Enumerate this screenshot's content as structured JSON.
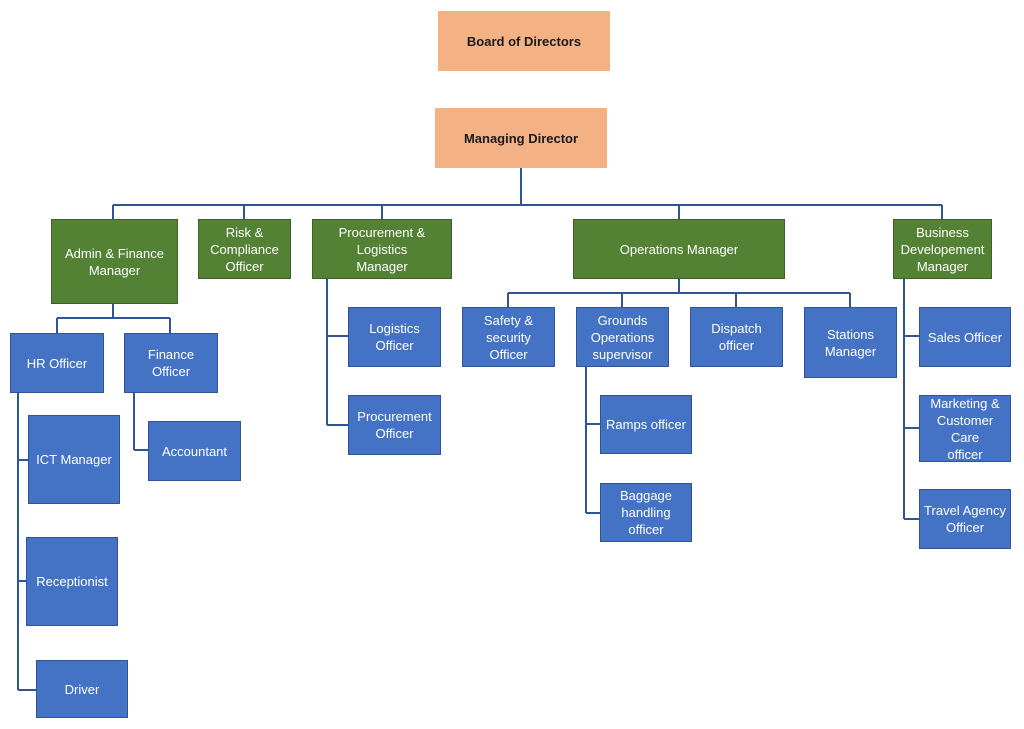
{
  "org_chart": {
    "board": "Board of Directors",
    "md": "Managing Director",
    "admin_finance": "Admin & Finance\nManager",
    "risk": "Risk &\nCompliance\nOfficer",
    "procurement_mgr": "Procurement & Logistics\nManager",
    "operations": "Operations Manager",
    "business_dev": "Business\nDevelopement\nManager",
    "hr": "HR Officer",
    "finance_officer": "Finance Officer",
    "ict": "ICT Manager",
    "receptionist": "Receptionist",
    "driver": "Driver",
    "accountant": "Accountant",
    "logistics_officer": "Logistics Officer",
    "procurement_officer": "Procurement\nOfficer",
    "safety": "Safety & security\nOfficer",
    "grounds": "Grounds\nOperations\nsupervisor",
    "dispatch": "Dispatch officer",
    "stations": "Stations Manager",
    "ramps": "Ramps officer",
    "baggage": "Baggage handling\nofficer",
    "sales": "Sales Officer",
    "marketing": "Marketing &\nCustomer Care\nofficer",
    "travel": "Travel Agency\nOfficer"
  },
  "colors": {
    "executive": "#f4b183",
    "manager": "#548235",
    "officer": "#4472c4",
    "connector": "#2f5597"
  }
}
